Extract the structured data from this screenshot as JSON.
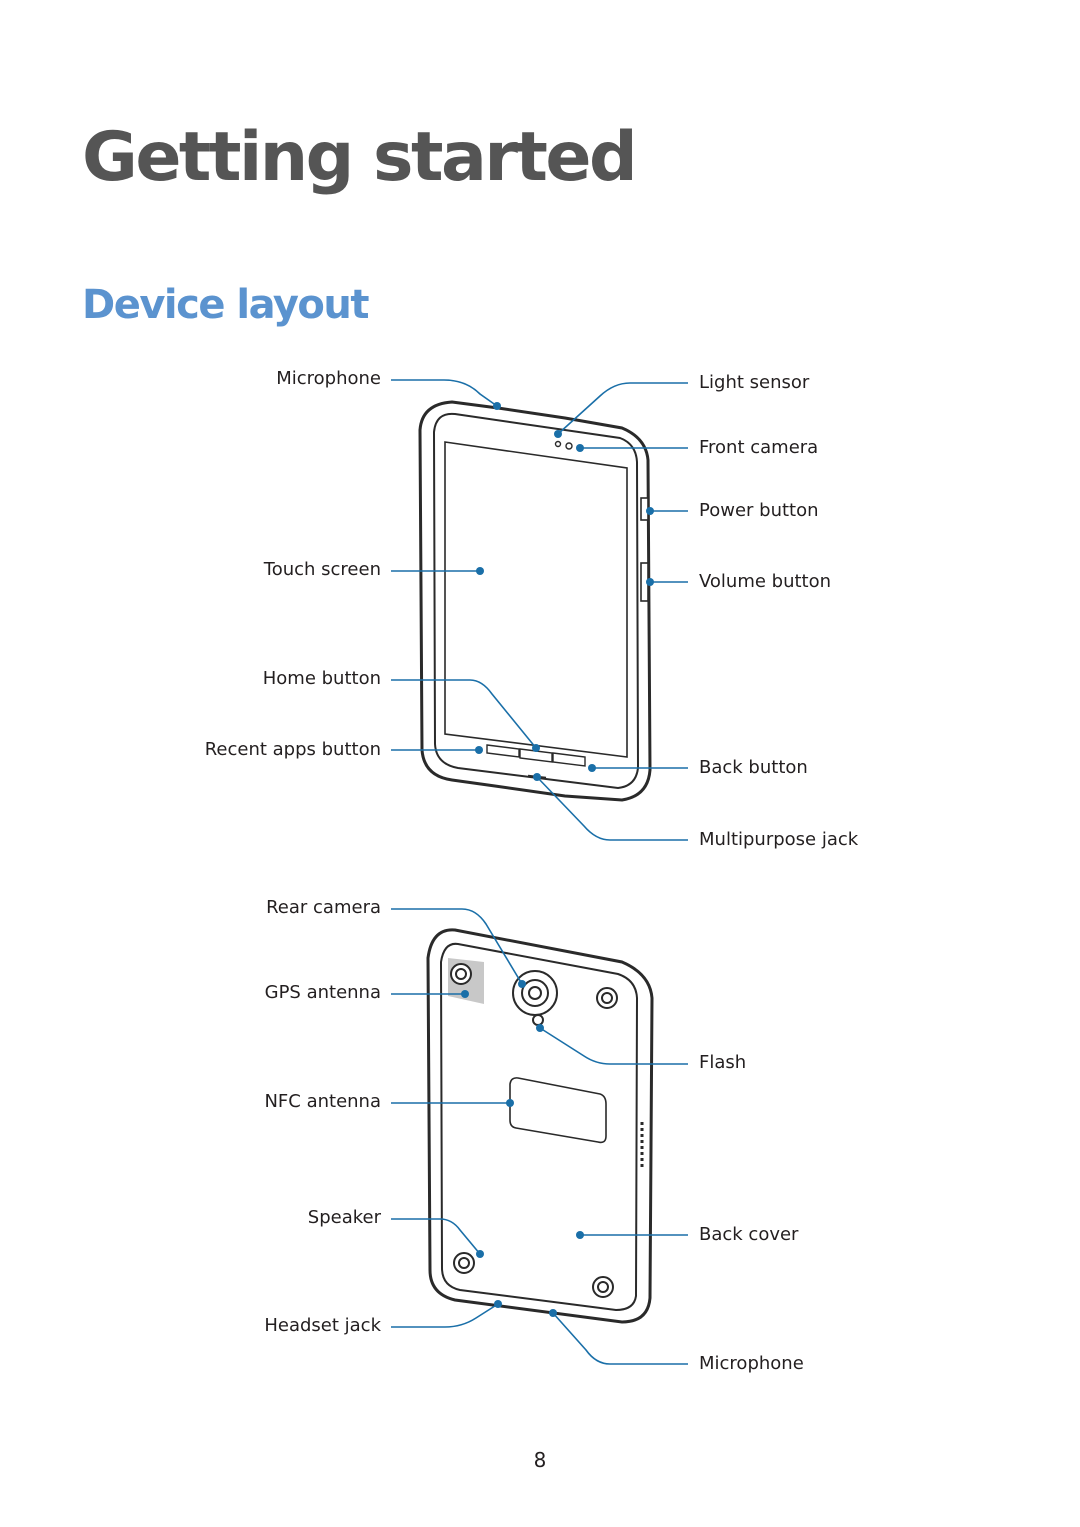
{
  "chapter_title": "Getting started",
  "section_title": "Device layout",
  "front_view": {
    "left_labels": {
      "microphone": "Microphone",
      "touch_screen": "Touch screen",
      "home_button": "Home button",
      "recent_apps_button": "Recent apps button"
    },
    "right_labels": {
      "light_sensor": "Light sensor",
      "front_camera": "Front camera",
      "power_button": "Power button",
      "volume_button": "Volume button",
      "back_button": "Back button",
      "multipurpose_jack": "Multipurpose jack"
    }
  },
  "rear_view": {
    "left_labels": {
      "rear_camera": "Rear camera",
      "gps_antenna": "GPS antenna",
      "nfc_antenna": "NFC antenna",
      "speaker": "Speaker",
      "headset_jack": "Headset jack"
    },
    "right_labels": {
      "flash": "Flash",
      "back_cover": "Back cover",
      "microphone": "Microphone"
    }
  },
  "page_number": "8",
  "colors": {
    "title_gray": "#555555",
    "heading_blue": "#5b93cf",
    "callout_blue": "#1a6fa8",
    "device_outline": "#2a2a2a",
    "gps_patch_gray": "#c8c8c8"
  }
}
